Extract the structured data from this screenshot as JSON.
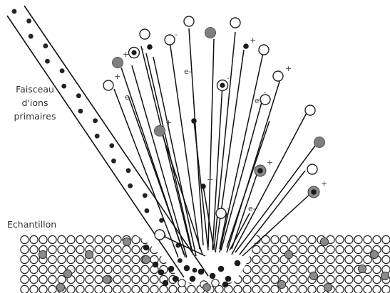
{
  "labels": {
    "beam_line1": "Faisceau",
    "beam_line2": "d'ions",
    "beam_line3": "primaires",
    "sample": "Echantillon"
  },
  "symbols": {
    "plus": "+",
    "minus": "-",
    "electron": "e-"
  },
  "particle_kinds": [
    "neutral-atom",
    "positive-ion",
    "negative-ion",
    "electron",
    "cluster-ion",
    "primary-ion"
  ],
  "colors": {
    "line": "#111111",
    "primary_ion": "#222222",
    "neutral_atom_fill": "#ffffff",
    "implanted_atom_fill": "#8a8a8a",
    "background": "#ffffff"
  }
}
